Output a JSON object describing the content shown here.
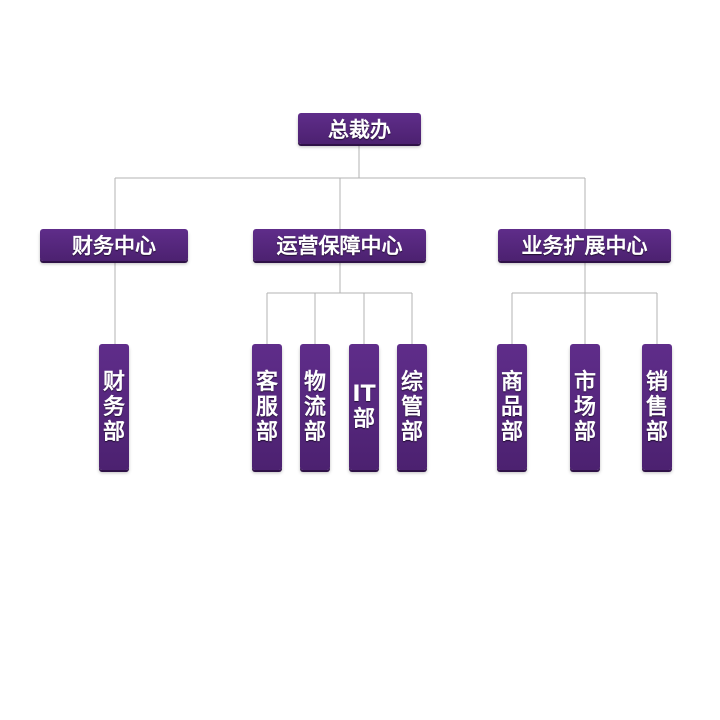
{
  "org": {
    "root": "总裁办",
    "centers": [
      {
        "name": "财务中心",
        "departments": [
          "财务部"
        ]
      },
      {
        "name": "运营保障中心",
        "departments": [
          "客服部",
          "物流部",
          "IT部",
          "综管部"
        ]
      },
      {
        "name": "业务扩展中心",
        "departments": [
          "商品部",
          "市场部",
          "销售部"
        ]
      }
    ]
  },
  "colors": {
    "node_fill": "#5a2a84",
    "node_text": "#ffffff",
    "connector": "#b3b3b3",
    "background": "#ffffff"
  }
}
